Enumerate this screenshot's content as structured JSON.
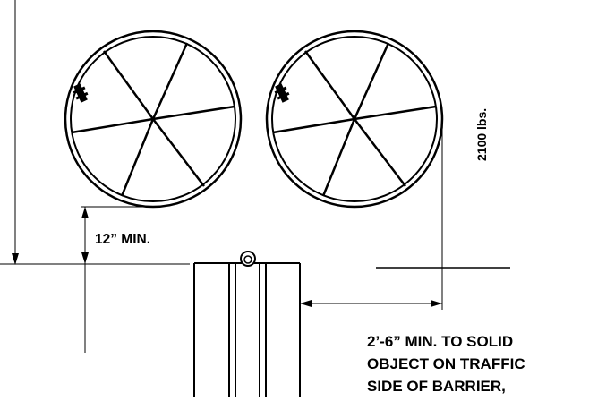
{
  "drawing": {
    "clearance_label": "12” MIN.",
    "weight_label": "2100 lbs.",
    "offset_note": [
      "2’-6” MIN. TO SOLID",
      "OBJECT ON TRAFFIC",
      "SIDE OF BARRIER,"
    ],
    "line_color": "#000000",
    "background_color": "#ffffff"
  }
}
